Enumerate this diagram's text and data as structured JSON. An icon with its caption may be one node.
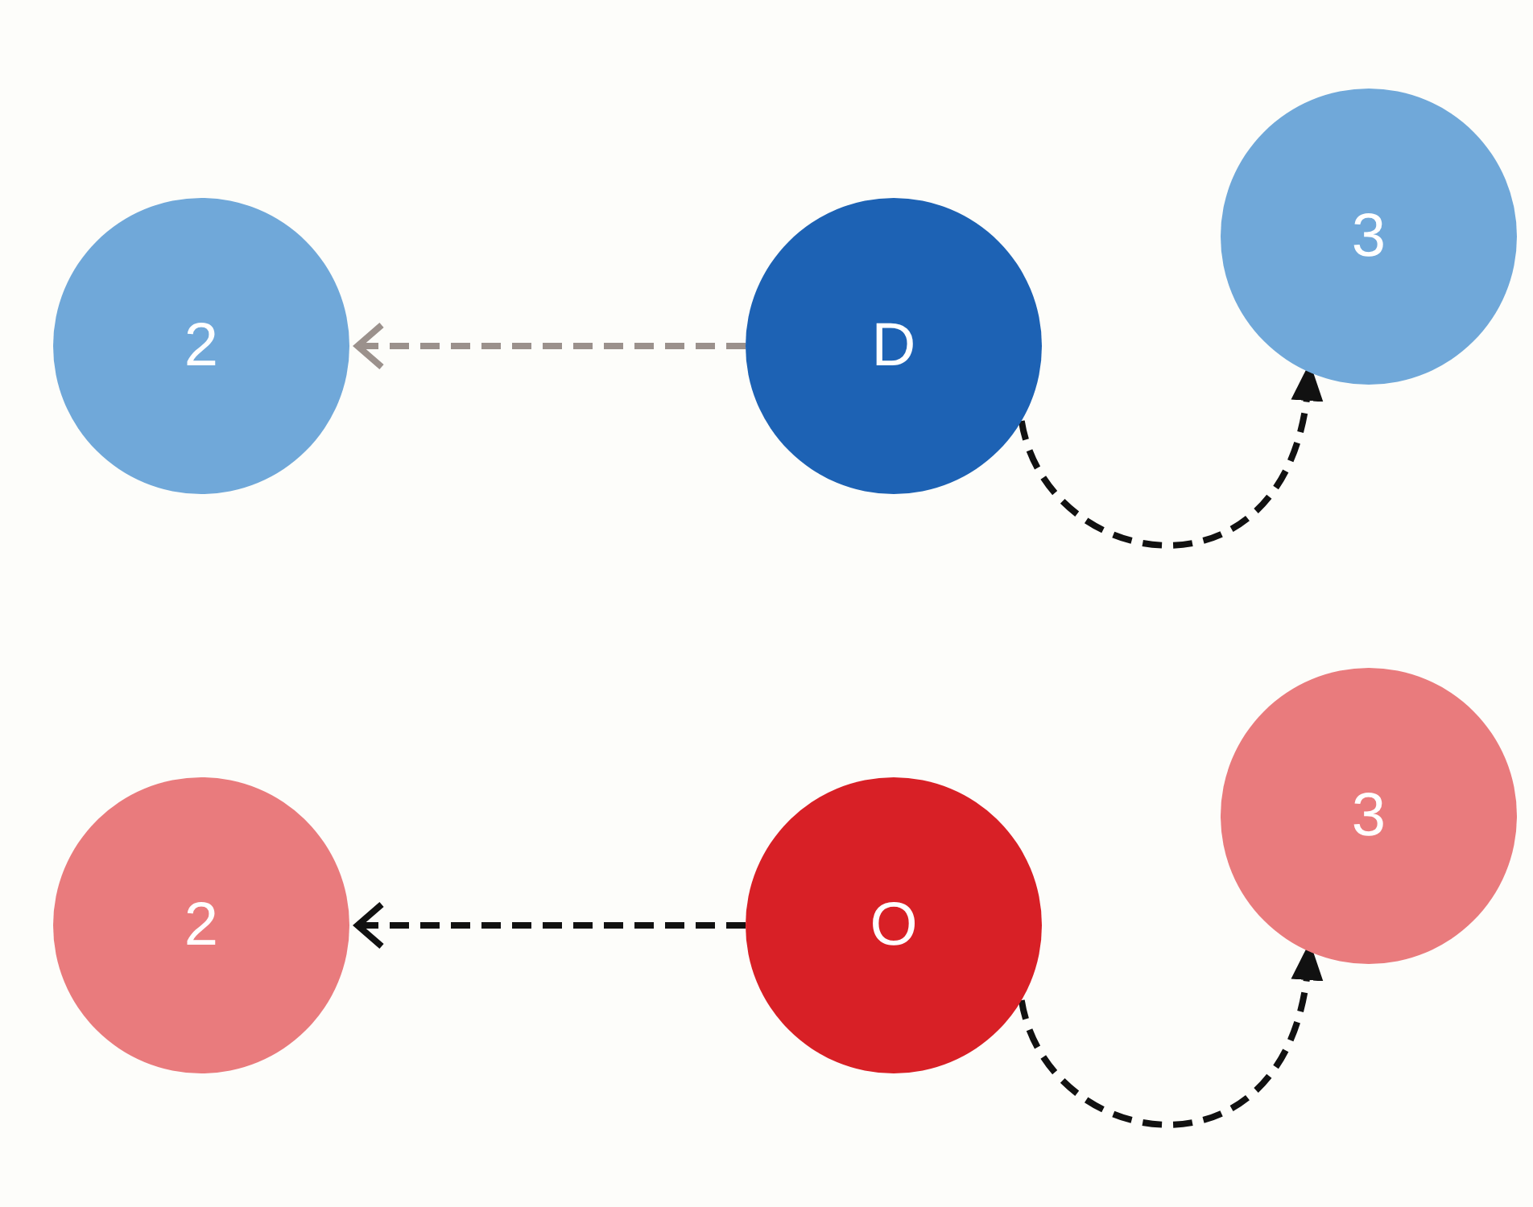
{
  "diagram": {
    "nodes": [
      {
        "text": [
          "2"
        ]
      },
      {
        "text": [
          "D"
        ]
      },
      {
        "text": [
          "3"
        ]
      },
      {
        "text": [
          "2"
        ]
      },
      {
        "text": [
          "O"
        ]
      },
      {
        "text": [
          "3"
        ]
      }
    ],
    "edges": [
      {
        "from": 1,
        "to": 0,
        "arrow": "to",
        "style": "dashed",
        "color": "#9b918c"
      },
      {
        "from": 1,
        "to": 2,
        "arrow": "to",
        "style": "dashed"
      },
      {
        "from": 4,
        "to": 3,
        "arrow": "to",
        "style": "dashed"
      },
      {
        "from": 4,
        "to": 5,
        "arrow": "to",
        "style": "dashed"
      }
    ]
  }
}
